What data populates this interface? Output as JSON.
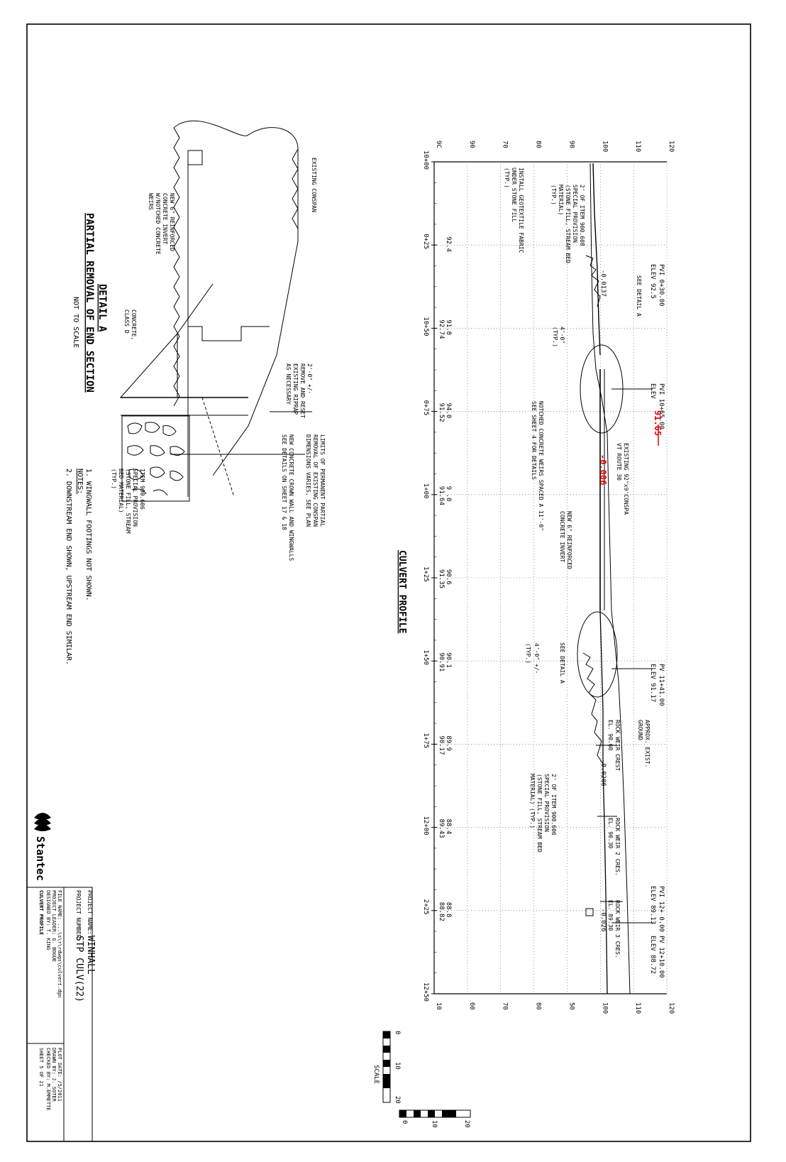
{
  "profile": {
    "title": "CULVERT PROFILE",
    "stations": [
      "10+00",
      "0+25",
      "10+50",
      "0+75",
      "1+00",
      "1+25",
      "1+50",
      "1+75",
      "12+00",
      "2+25",
      "12+50"
    ],
    "elev_top": [
      "9C",
      "90",
      "70",
      "80",
      "90",
      "100",
      "110",
      "120"
    ],
    "elev_bottom": [
      "10",
      "60",
      "70",
      "80",
      "50",
      "100",
      "110",
      "120"
    ],
    "ground_labels": [
      [
        "92.4",
        ""
      ],
      [
        "91.8",
        "92.74"
      ],
      [
        "94.0",
        "91.52"
      ],
      [
        "9 .0",
        "91.64"
      ],
      [
        "90.6",
        "91.35"
      ],
      [
        "90.1",
        "90.91"
      ],
      [
        "89.9",
        "90.17"
      ],
      [
        "88.4",
        "89.43"
      ],
      [
        "88.8",
        "88.82"
      ]
    ],
    "pvi_labels": [
      [
        "PVI 0+30.00",
        "ELEV 92.5"
      ],
      [
        "PVI 10+65.00",
        "ELEV"
      ],
      [
        "PV  11+41.00",
        "ELEV 91.17"
      ],
      [
        "PVI 12+ 0.00",
        "ELEV 89.13"
      ],
      [
        "PV  12+10.00",
        "ELEV 88.72"
      ]
    ],
    "red_elev": "91.65",
    "red_slope": "-0.006",
    "slopes": [
      "-0.0137",
      "-0.0206",
      "-0.026"
    ],
    "callouts": [
      [
        "SEE DETAIL A"
      ],
      [
        "EXISTING 92\"x9'CONSPA",
        "VT ROUTE 30"
      ],
      [
        "NEW 6\" REINFORCED",
        "CONCRETE INVERT"
      ],
      [
        "NOTCHED CONCRETE WEIRS SPACED A 11'-0\"",
        "SEE SHEET 4 FOR DETAILS"
      ],
      [
        "INSTALL GEOTEXTILE FABRIC",
        "UNDER STONE FILL",
        "(TYP.)"
      ],
      [
        "2' OF ITEM 900.608",
        "SPECIAL PROVISION",
        "(STONE FILL, STREAM BED",
        "MATERIAL)",
        "(TYP.)"
      ],
      [
        "SEE DETAIL A"
      ],
      [
        "APPROX. EXIST.",
        "GROUND"
      ],
      [
        "ROCK WEIR CREST",
        "EL. 90.60"
      ],
      [
        "ROCK WEIR 2 CRES.",
        "EL. 90.30"
      ],
      [
        "ROCK WEIR 3 CRES.",
        "EL. 89.30"
      ],
      [
        "2' OF ITEM 900.606",
        "SPECIAL PROVISION",
        "(STONE FILL, STREAM BED",
        "MATERIAL) (TYP.)"
      ],
      [
        "4'-0\"",
        "(TYP.)"
      ],
      [
        "4'-0\" +/-"
      ],
      [
        "(TYP.)"
      ]
    ]
  },
  "detail": {
    "title1": "DETAIL A",
    "title2": "PARTIAL REMOVAL OF END SECTION",
    "subtitle": "NOT TO SCALE",
    "callouts": [
      [
        "EXISTING CONSPAN"
      ],
      [
        "NEW 6\" REINFORCED",
        "CONCRETE INVERT",
        "W/NOTCHED CONCRETE",
        "WEIRS"
      ],
      [
        "CONCRETE,",
        "CLASS D"
      ],
      [
        "2'-0\" +/-",
        "REMOVE AND RESET",
        "EXISTING RIPRAP",
        "AS NECESSARY"
      ],
      [
        "LIMITS OF PERMANENT PARTIAL",
        "REMOVAL OF EXISTING CONSPAN",
        "DIMENSIONS VARIES, SEE PLAN"
      ],
      [
        "NEW CONCRETE CROWN WALL AND WINGWALLS",
        "SEE DETAILS ON SHEET 17 & 18"
      ],
      [
        "ITEM 900.606",
        "SPECIAL PROVISION",
        "(STONE FILL, STREAM",
        "BED MATERIAL)",
        "(TYP.)"
      ]
    ],
    "notes_title": "NOTES:",
    "notes": [
      "1. WINGWALL FOOTINGS NOT SHOWN.",
      "2. DOWNSTREAM END SHOWN, UPSTREAM END SIMILAR."
    ]
  },
  "scale": {
    "label": "SCALE",
    "v_ticks": [
      "0",
      "10",
      "20"
    ],
    "h_ticks": [
      "0",
      "10",
      "20"
    ]
  },
  "title_block": {
    "logo": "Stantec",
    "project_name_label": "PROJECT NAME:",
    "project_name": "WINHALL",
    "project_number_label": "PROJECT NUMBER:",
    "project_number": "STP CULV(22)",
    "file_name": "FILE NAME: ...\\s\\r\\rdwgs\\culvert.dgn",
    "project_leader": "PROJECT LEADER: G. BOGUE",
    "designed_by": "DESIGNED BY: T. KING",
    "sheet_title": "CULVERT PROFILE",
    "plot_date": "PLOT DATE: /5/2011",
    "drawn_by": "DRAWN BY: J. SOTER",
    "checked_by": "CHECKED BY: M.EMMETTE",
    "sheet": "SHEET 5 OF 21"
  }
}
